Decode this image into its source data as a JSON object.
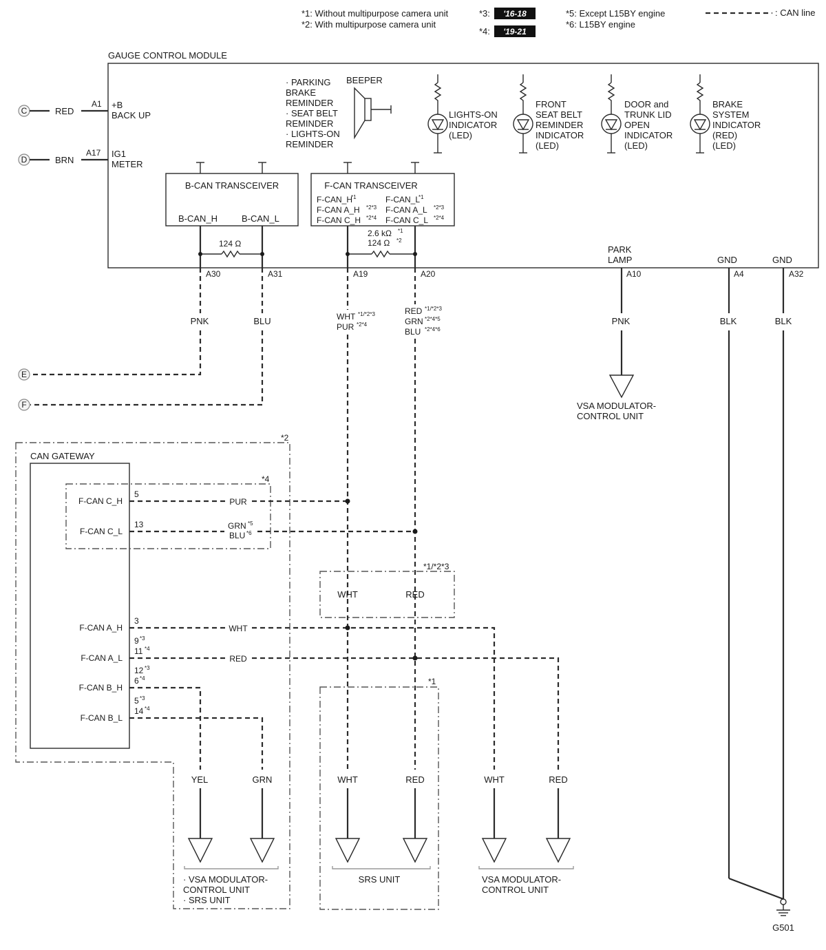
{
  "legend": {
    "n1": "*1: Without multipurpose camera unit",
    "n2": "*2: With multipurpose camera unit",
    "n3": "*3:",
    "n3_badge": "'16-18",
    "n4": "*4:",
    "n4_badge": "'19-21",
    "n5": "*5: Except L15BY engine",
    "n6": "*6: L15BY engine",
    "can_line": ": CAN line"
  },
  "module": {
    "title": "GAUGE CONTROL MODULE",
    "backup_l1": "+B",
    "backup_l2": "BACK UP",
    "ig_l1": "IG1",
    "ig_l2": "METER",
    "pin_a1": "A1",
    "pin_a17": "A17",
    "park_l1": "PARK",
    "park_l2": "LAMP",
    "gnd": "GND",
    "pin_a10": "A10",
    "pin_a4": "A4",
    "pin_a32": "A32",
    "pin_a30": "A30",
    "pin_a31": "A31",
    "pin_a19": "A19",
    "pin_a20": "A20"
  },
  "reminder": {
    "l1": "· PARKING",
    "l2": "BRAKE",
    "l3": "REMINDER",
    "l4": "· SEAT BELT",
    "l5": "REMINDER",
    "l6": "· LIGHTS-ON",
    "l7": "REMINDER",
    "beeper": "BEEPER"
  },
  "indicators": {
    "lights": [
      "LIGHTS-ON",
      "INDICATOR",
      "(LED)"
    ],
    "seatbelt": [
      "FRONT",
      "SEAT BELT",
      "REMINDER",
      "INDICATOR",
      "(LED)"
    ],
    "door": [
      "DOOR and",
      "TRUNK LID",
      "OPEN",
      "INDICATOR",
      "(LED)"
    ],
    "brake": [
      "BRAKE",
      "SYSTEM",
      "INDICATOR",
      "(RED)",
      "(LED)"
    ]
  },
  "bcan": {
    "title": "B-CAN TRANSCEIVER",
    "h": "B-CAN_H",
    "l": "B-CAN_L",
    "res": "124 Ω"
  },
  "fcan": {
    "title": "F-CAN TRANSCEIVER",
    "h1": "F-CAN_H",
    "h1_sup": "*1",
    "h2": "F-CAN A_H",
    "h2_sup": "*2*3",
    "h3": "F-CAN C_H",
    "h3_sup": "*2*4",
    "l1": "F-CAN_L",
    "l1_sup": "*1",
    "l2": "F-CAN A_L",
    "l2_sup": "*2*3",
    "l3": "F-CAN C_L",
    "l3_sup": "*2*4",
    "res1": "2.6 kΩ",
    "res1_sup": "*1",
    "res2": "124 Ω",
    "res2_sup": "*2"
  },
  "connectors": {
    "c": "C",
    "d": "D",
    "e": "E",
    "f": "F"
  },
  "wires": {
    "red": "RED",
    "brn": "BRN",
    "pnk": "PNK",
    "blu": "BLU",
    "wht": "WHT",
    "wht_sup": "*1/*2*3",
    "pur": "PUR",
    "pur_sup": "*2*4",
    "red20": "RED",
    "red20_sup": "*1/*2*3",
    "grn20": "GRN",
    "grn20_sup": "*2*4*5",
    "blu20": "BLU",
    "blu20_sup": "*2*4*6",
    "pnk_park": "PNK",
    "blk": "BLK",
    "yel": "YEL",
    "grn": "GRN",
    "grn_sup": "*5",
    "blu_sup": "*6"
  },
  "gateway": {
    "title": "CAN GATEWAY",
    "frame_note": "*2",
    "sub_note": "*4",
    "c_h": "F-CAN C_H",
    "c_l": "F-CAN C_L",
    "a_h": "F-CAN A_H",
    "a_l": "F-CAN A_L",
    "b_h": "F-CAN B_H",
    "b_l": "F-CAN B_L",
    "p5": "5",
    "p13": "13",
    "p3": "3",
    "p9": "9",
    "p9_sup": "*3",
    "p11": "11",
    "p11_sup": "*4",
    "p12": "12",
    "p12_sup": "*3",
    "p6": "6",
    "p6_sup": "*4",
    "p5b": "5",
    "p5b_sup": "*3",
    "p14": "14",
    "p14_sup": "*4"
  },
  "notes": {
    "mid": "*1/*2*3",
    "srs": "*1"
  },
  "destinations": {
    "vsa_top_l1": "VSA MODULATOR-",
    "vsa_top_l2": "CONTROL UNIT",
    "combo_l1": "· VSA MODULATOR-",
    "combo_l2": "CONTROL UNIT",
    "combo_l3": "· SRS UNIT",
    "srs": "SRS UNIT",
    "vsa_l1": "VSA MODULATOR-",
    "vsa_l2": "CONTROL UNIT",
    "ground": "G501"
  }
}
